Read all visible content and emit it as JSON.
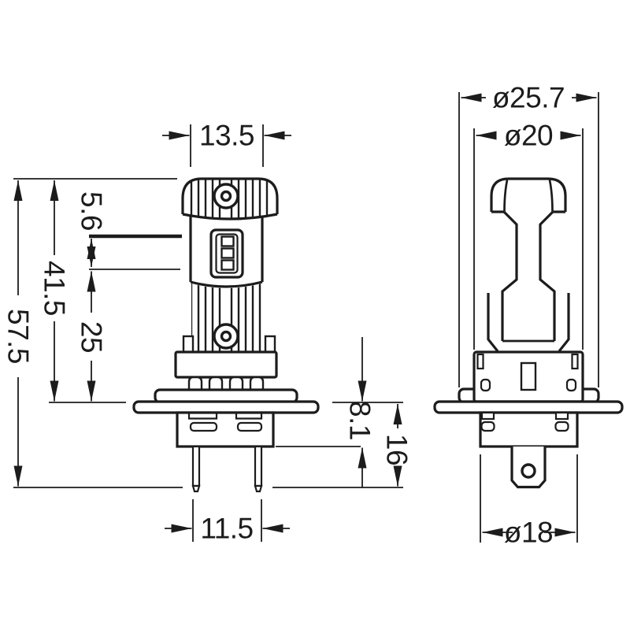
{
  "colors": {
    "line": "#1c1c1c",
    "background": "#ffffff"
  },
  "dimensions": {
    "body_width": "13.5",
    "light_source_length": "5.6",
    "body_length": "41.5",
    "light_center_length": "25",
    "total_length": "57.5",
    "base_upper_height": "8.1",
    "base_total_height": "16",
    "pin_span": "11.5",
    "flange_diameter": "ø25.7",
    "body_max_diameter": "ø20",
    "base_diameter": "ø18"
  }
}
